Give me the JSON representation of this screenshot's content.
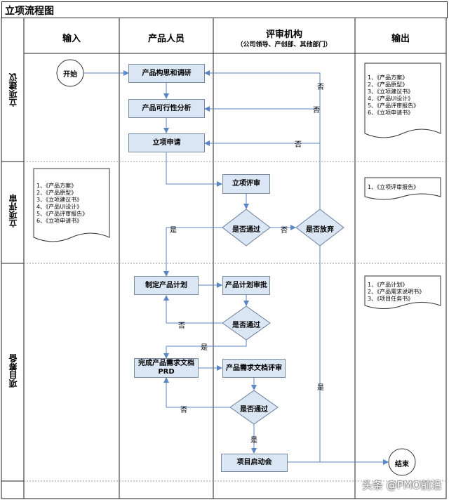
{
  "title": "立项流程图",
  "columns": {
    "input": "输入",
    "product": "产品人员",
    "review": "评审机构",
    "review_sub": "（公司领导、产创部、其他部门）",
    "output": "输出"
  },
  "lanes": {
    "proposal": "立项建议",
    "evaluation": "立项评审",
    "preparation": "项目筹备"
  },
  "nodes": {
    "start": "开始",
    "conceive": "产品构思和调研",
    "feasibility": "产品可行性分析",
    "apply": "立项申请",
    "approval_review": "立项评审",
    "pass1": "是否通过",
    "abandon": "是否放弃",
    "make_plan": "制定产品计划",
    "plan_review": "产品计划审批",
    "pass2": "是否通过",
    "prd_line1": "完成产品需求文档",
    "prd_line2": "PRD",
    "req_review": "产品需求文档评审",
    "pass3": "是否通过",
    "kickoff": "项目启动会",
    "end": "结束"
  },
  "edge_labels": {
    "no": "否",
    "yes": "是"
  },
  "docs": {
    "output_proposal": [
      "1、《产品方案》",
      "2、《产品原型》",
      "3、《立项建议书》",
      "4、《产品UI设计》",
      "5、《产品评审报告》",
      "6、《立项申请书》"
    ],
    "input_evaluation": [
      "1、《产品方案》",
      "2、《产品原型》",
      "3、《立项建议书》",
      "4、《产品UI设计》",
      "5、《产品评审报告》",
      "6、《立项申请书》"
    ],
    "output_evaluation": [
      "1、《立项评审报告》"
    ],
    "output_preparation": [
      "1、《产品计划》",
      "2、《产品需求说明书》",
      "3、《项目任务书》"
    ]
  },
  "watermark": "头条 @PMO前沿",
  "colors": {
    "box_fill": "#dbe6f4",
    "line": "#5b86c5",
    "border": "#222222"
  }
}
